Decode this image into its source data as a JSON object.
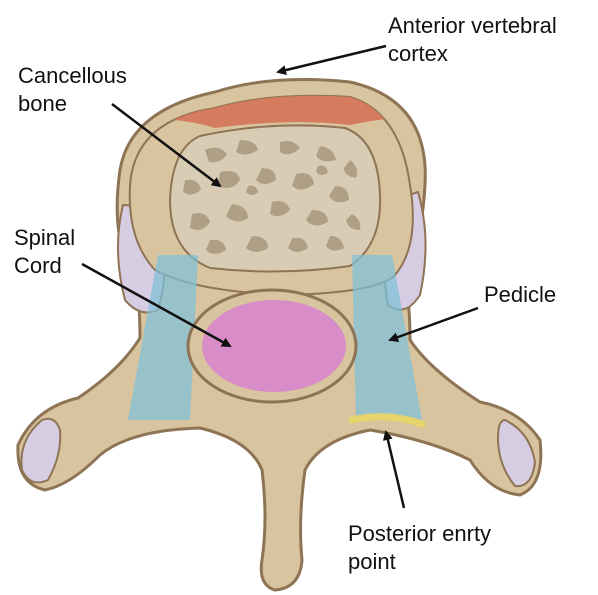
{
  "labels": {
    "anterior_cortex": {
      "line1": "Anterior vertebral",
      "line2": "cortex"
    },
    "cancellous": {
      "line1": "Cancellous",
      "line2": "bone"
    },
    "spinal_cord": {
      "line1": "Spinal",
      "line2": "Cord"
    },
    "pedicle": {
      "line1": "Pedicle"
    },
    "entry_point": {
      "line1": "Posterior enrty",
      "line2": "point"
    }
  },
  "colors": {
    "bone": "#d9c4a0",
    "bone_outline": "#8e7455",
    "cortex": "#d4785a",
    "cancellous_light": "#d8ccb4",
    "cancellous_dark": "#a8987e",
    "spinal_cord": "#d88cc8",
    "pedicle_band": "#7ec0d8",
    "joint": "#d6cde3",
    "entry_point": "#e6d46c",
    "arrow": "#111111"
  }
}
